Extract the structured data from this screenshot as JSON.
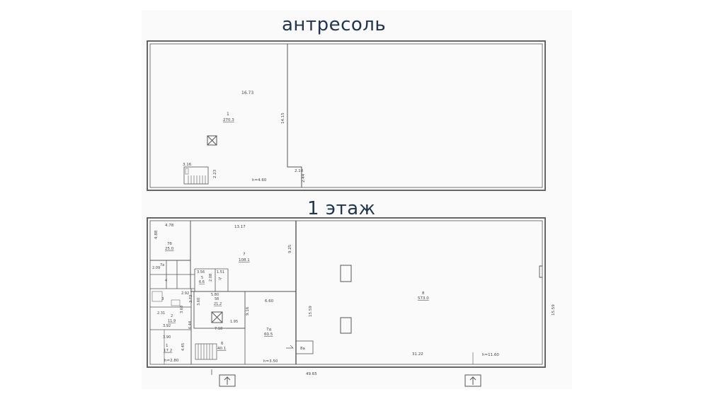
{
  "headings": {
    "upper": "антресоль",
    "lower": "1 этаж"
  },
  "colors": {
    "heading": "#1f3550",
    "walls": "#555555",
    "text": "#444444"
  },
  "mezzanine": {
    "labels": {
      "width": "16.73",
      "room_no": "1",
      "room_area": "270.3",
      "height": "14.15",
      "stair_w": "3.16",
      "dim_a": "2.23",
      "dim_b": "2.10",
      "dim_c": "2.44",
      "ceiling": "h=4.60"
    }
  },
  "ground": {
    "labels": {
      "d_478": "4.78",
      "d_488": "4.88",
      "r7b_no": "7б",
      "r7b_area": "25.0",
      "d_1317": "13.17",
      "r7_no": "7",
      "r7_area": "108.1",
      "d_925": "9.25",
      "d_209": "2.09",
      "r7a_no": "7а",
      "d_356": "3.56",
      "d_151": "1.51",
      "r5_no": "5",
      "r5_area": "6.6",
      "d_208": "2.08",
      "r7g": "7г",
      "r4": "4",
      "d_292": "2.92",
      "d_580": "5.80",
      "d_373": "3.73",
      "r3": "3",
      "d_360": "3.60",
      "r5b": "5б",
      "r5b_area": "21.2",
      "d_660": "6.60",
      "d_916": "9.16",
      "d_231": "2.31",
      "r2_no": "2",
      "r2_area": "11.9",
      "d_368": "3.68",
      "d_392": "3.92",
      "d_718": "7.18",
      "d_195": "1.95",
      "d_644": "6.44",
      "r7d_no": "7д",
      "r7d_area": "60.5",
      "d_390": "3.90",
      "r1_no": "1",
      "r1_area": "17.2",
      "d_445": "4.45",
      "r6_no": "6",
      "r6_area": "40.1",
      "h_280": "h=2.80",
      "h_350": "h=3.50",
      "stair_8a": "8а",
      "r8_no": "8",
      "r8_area": "573.0",
      "d_1559": "15.59",
      "d_1559b": "15.59",
      "d_3122": "31.22",
      "h_1160": "h=11.60",
      "d_4965": "49.65"
    }
  }
}
